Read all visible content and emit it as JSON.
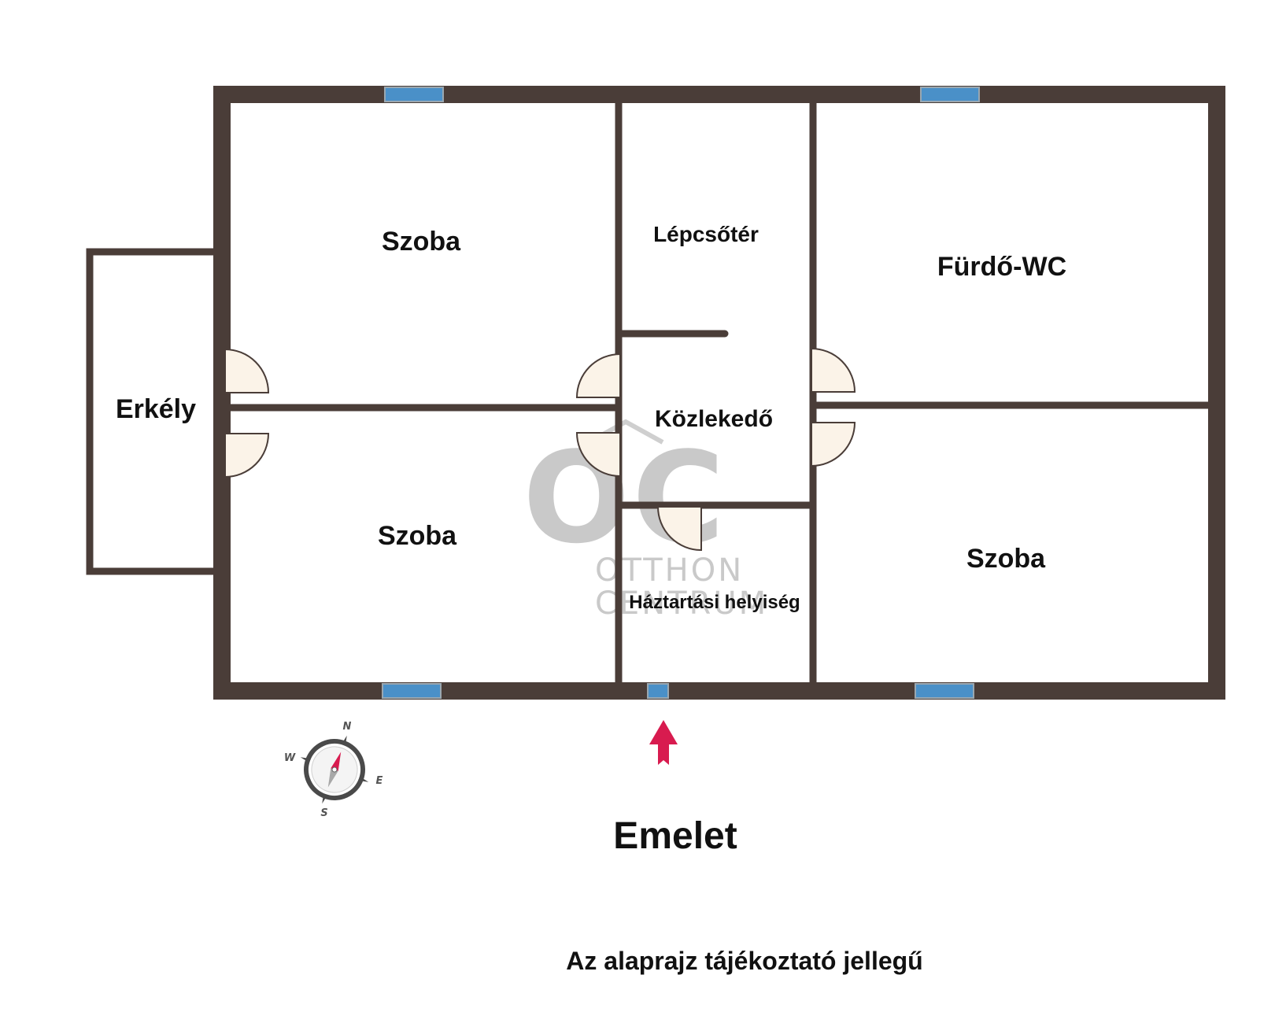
{
  "rooms": {
    "szoba_top_left": "Szoba",
    "lepcsoter": "Lépcsőtér",
    "furdo_wc": "Fürdő-WC",
    "erkely": "Erkély",
    "kozlekedo": "Közlekedő",
    "szoba_bottom_left": "Szoba",
    "haztartasi": "Háztartási helyiség",
    "szoba_bottom_right": "Szoba"
  },
  "floor_title": "Emelet",
  "disclaimer": "Az alaprajz tájékoztató jellegű",
  "watermark": {
    "logo": "OC",
    "line1": "OTTHON",
    "line2": "CENTRUM"
  },
  "compass": {
    "north": "N",
    "east": "E",
    "south": "S",
    "west": "W"
  },
  "colors": {
    "wall": "#4a3d38",
    "window": "#4a90c8",
    "door_fill": "#fbf3e8",
    "entrance_arrow": "#d81b4f"
  }
}
